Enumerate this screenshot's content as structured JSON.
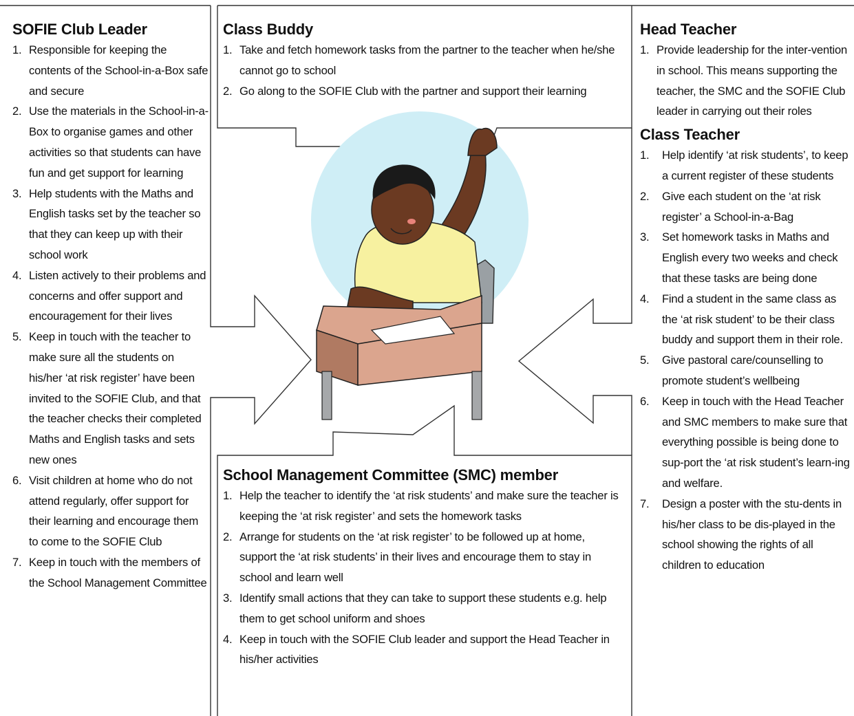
{
  "leader": {
    "title": "SOFIE Club Leader",
    "items": [
      {
        "num": "1.",
        "text": "Responsible for keeping the contents of the School-in-a-Box safe and secure"
      },
      {
        "num": "2.",
        "text": "Use the materials in the School-in-a-Box to organise games and other activities so that students can have fun and get support for learning"
      },
      {
        "num": "3.",
        "text": "Help students with the Maths and English tasks set by the teacher so that they can keep up with their school work"
      },
      {
        "num": "4.",
        "text": "Listen actively to their problems and concerns and offer support and encouragement for their lives"
      },
      {
        "num": "5.",
        "text": "Keep in touch with the teacher to make sure all the students on his/her ‘at risk register’ have been invited to the SOFIE Club, and that the teacher checks their completed Maths and English tasks and sets new ones"
      },
      {
        "num": "6.",
        "text": "Visit children at home who do not attend regularly, offer support for their learning and encourage them to come to the SOFIE Club"
      },
      {
        "num": "7.",
        "text": "Keep in touch with the members of the School Management Committee"
      }
    ]
  },
  "buddy": {
    "title": "Class Buddy",
    "items": [
      {
        "num": "1.",
        "text": "Take and fetch homework tasks from the partner to the teacher when he/she cannot go to school"
      },
      {
        "num": "2.",
        "text": "Go along to the SOFIE Club with the partner and support their learning"
      }
    ]
  },
  "head": {
    "title": "Head Teacher",
    "items": [
      {
        "num": "1.",
        "text": "Provide leadership for the inter-vention in school. This means supporting the teacher, the SMC and the SOFIE Club leader in carrying out their roles"
      }
    ]
  },
  "teacher": {
    "title": "Class Teacher",
    "items": [
      {
        "num": "1.",
        "text": "Help identify ‘at risk students’, to keep a current register of these students"
      },
      {
        "num": "2.",
        "text": "Give each student on the ‘at risk register’ a School-in-a-Bag"
      },
      {
        "num": "3.",
        "text": "Set homework tasks in Maths and English every two weeks and check that these tasks are being done"
      },
      {
        "num": "4.",
        "text": "Find a student in the same class as the ‘at risk student’ to be their class buddy and support them in their role."
      },
      {
        "num": "5.",
        "text": "Give pastoral care/counselling to promote student’s wellbeing"
      },
      {
        "num": "6.",
        "text": "Keep in touch with the Head Teacher and SMC members to make sure that everything possible is being done to sup-port the ‘at risk student’s learn-ing and welfare."
      },
      {
        "num": "7.",
        "text": "Design a poster with the stu-dents in his/her class to be dis-played in the school showing the rights of all children to education"
      }
    ]
  },
  "smc": {
    "title": "School Management Committee (SMC) member",
    "items": [
      {
        "num": "1.",
        "text": "Help the teacher to identify the ‘at risk students’ and make sure the teacher is keeping the ‘at risk register’ and sets the homework tasks"
      },
      {
        "num": "2.",
        "text": "Arrange for students on the ‘at risk register’ to be followed up at home, support the ‘at risk students’ in their lives and encourage them to stay in school and learn well"
      },
      {
        "num": "3.",
        "text": "Identify small actions that they can take to support these students e.g. help them to get school uniform and shoes"
      },
      {
        "num": "4.",
        "text": "Keep in touch with the SOFIE Club leader and support the Head Teacher in his/her activities"
      }
    ]
  },
  "colors": {
    "line": "#333333",
    "circle": "#cfeef6",
    "skin": "#6b3a22",
    "shirt": "#f7f1a0",
    "desk": "#dba58e",
    "desk_dark": "#b07a62",
    "chair": "#9aa0a4"
  }
}
